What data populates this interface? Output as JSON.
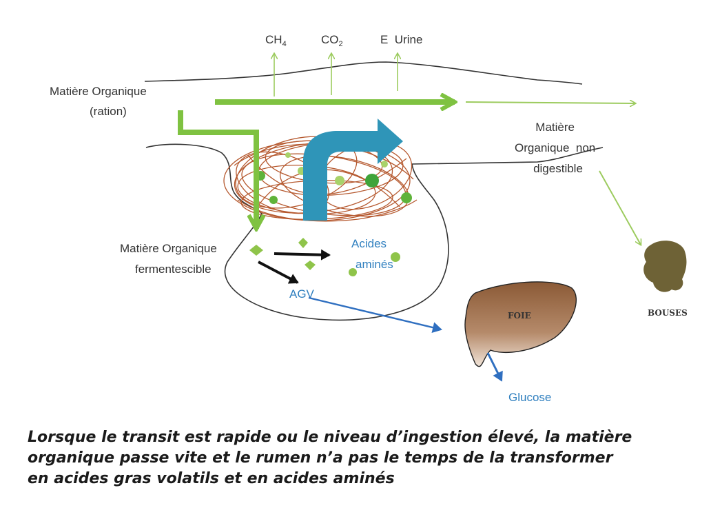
{
  "outputs": {
    "ch4": "CH",
    "ch4_sub": "4",
    "co2": "CO",
    "co2_sub": "2",
    "e_urine": "E  Urine"
  },
  "input": {
    "line1": "Matière Organique",
    "line2": "(ration)"
  },
  "non_digestible": {
    "line1": "Matière",
    "line2": "Organique  non",
    "line3": "digestible"
  },
  "fermentescible": {
    "line1": "Matière Organique",
    "line2": "fermentescible"
  },
  "acides_amines": {
    "line1": "Acides",
    "line2": "aminés"
  },
  "agv": "AGV",
  "foie": "FOIE",
  "glucose": "Glucose",
  "bouses": "BOUSES",
  "caption": {
    "line1": "Lorsque le transit est rapide ou le niveau d’ingestion élevé, la matière",
    "line2": "organique passe vite et le rumen n’a pas le temps de la transformer",
    "line3": "en acides gras volatils et en acides aminés"
  },
  "colors": {
    "green_arrow": "#7fc241",
    "light_green": "#a8d26a",
    "teal_arrow": "#2f95b8",
    "blue_arrow": "#2f6fc0",
    "fiber": "#b5582e",
    "liver": "#8a5a3a",
    "dung": "#6e6236"
  }
}
